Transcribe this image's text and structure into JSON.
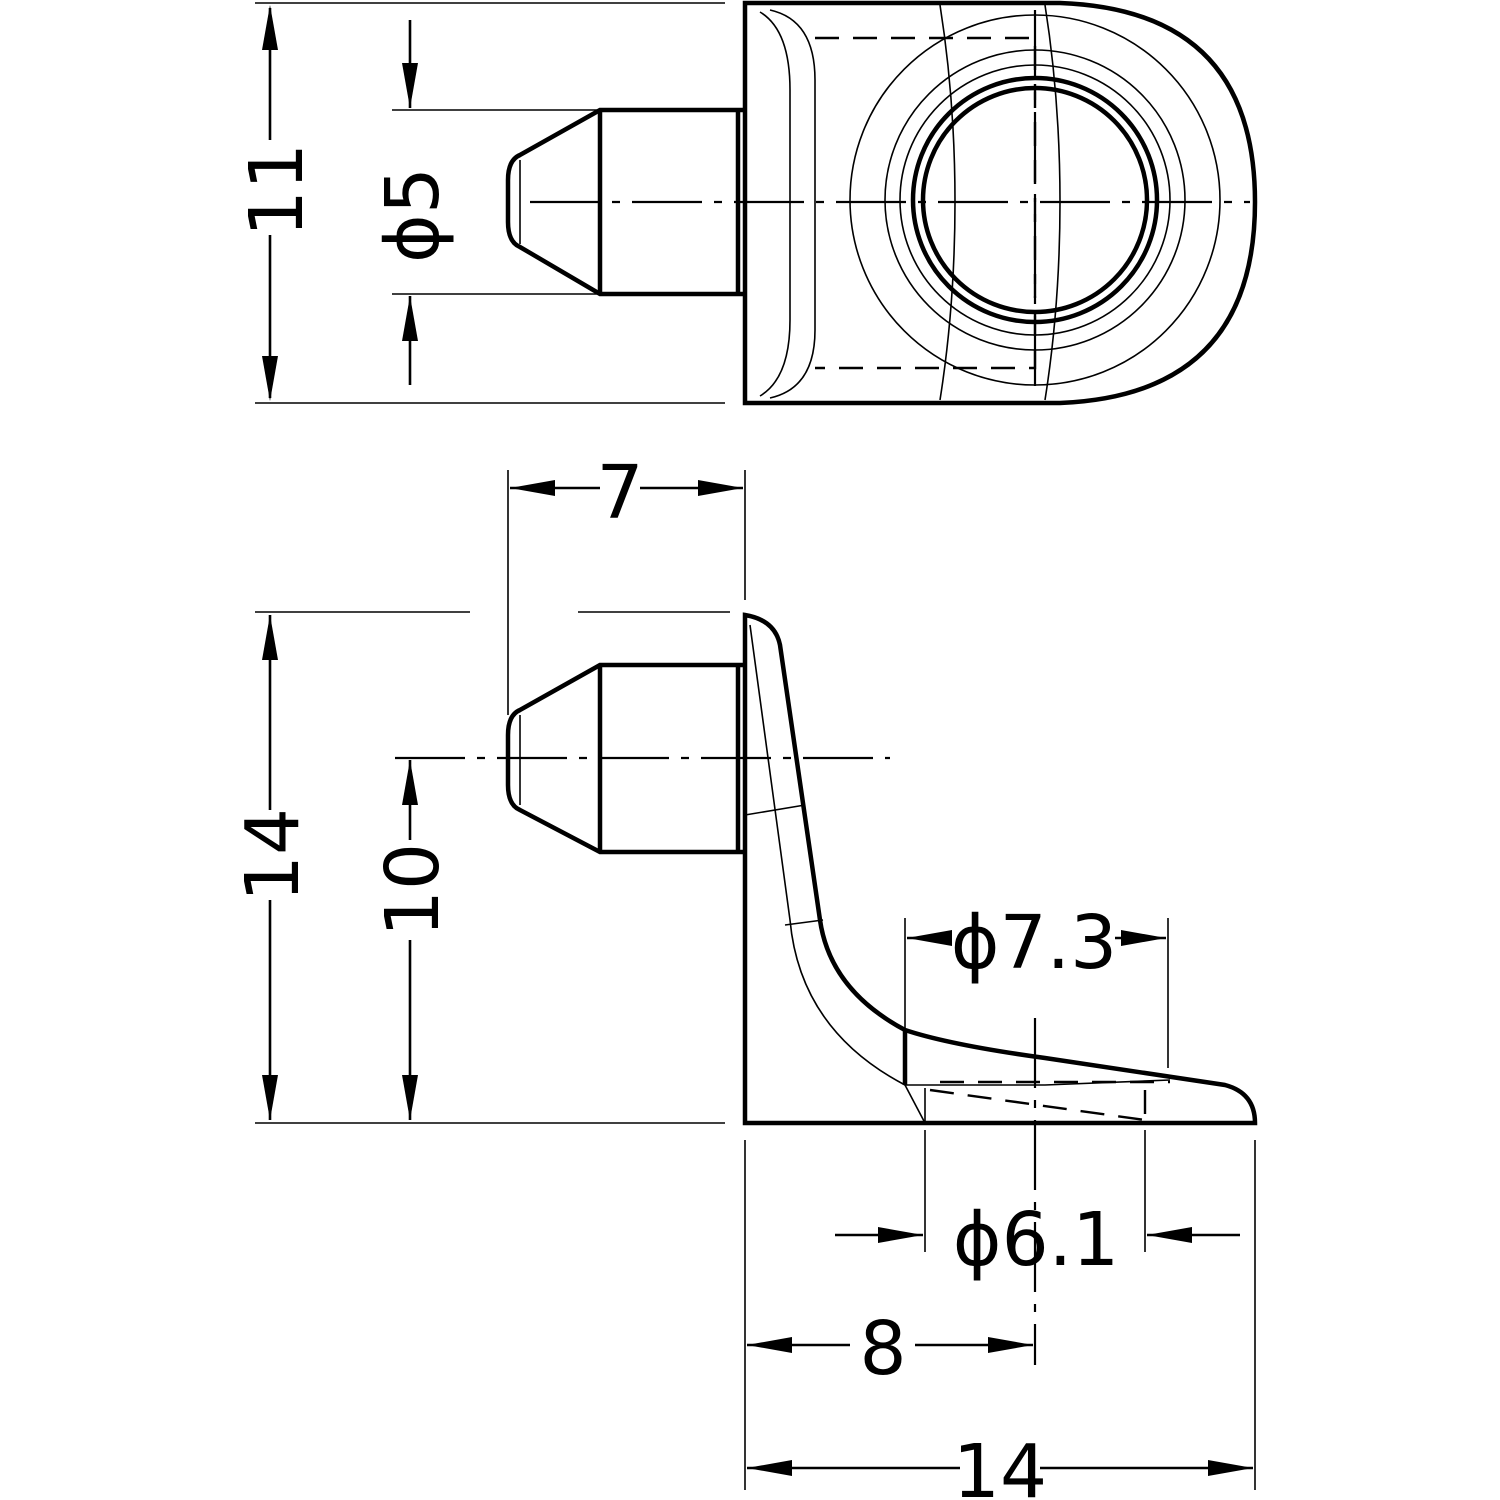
{
  "drawing": {
    "dimensions": {
      "top_height": "11",
      "pin_diameter": "ϕ5",
      "pin_length": "7",
      "total_height": "14",
      "pin_center_height": "10",
      "upper_hole_diameter": "ϕ7.3",
      "lower_hole_diameter": "ϕ6.1",
      "hole_center_offset": "8",
      "total_length": "14"
    }
  }
}
